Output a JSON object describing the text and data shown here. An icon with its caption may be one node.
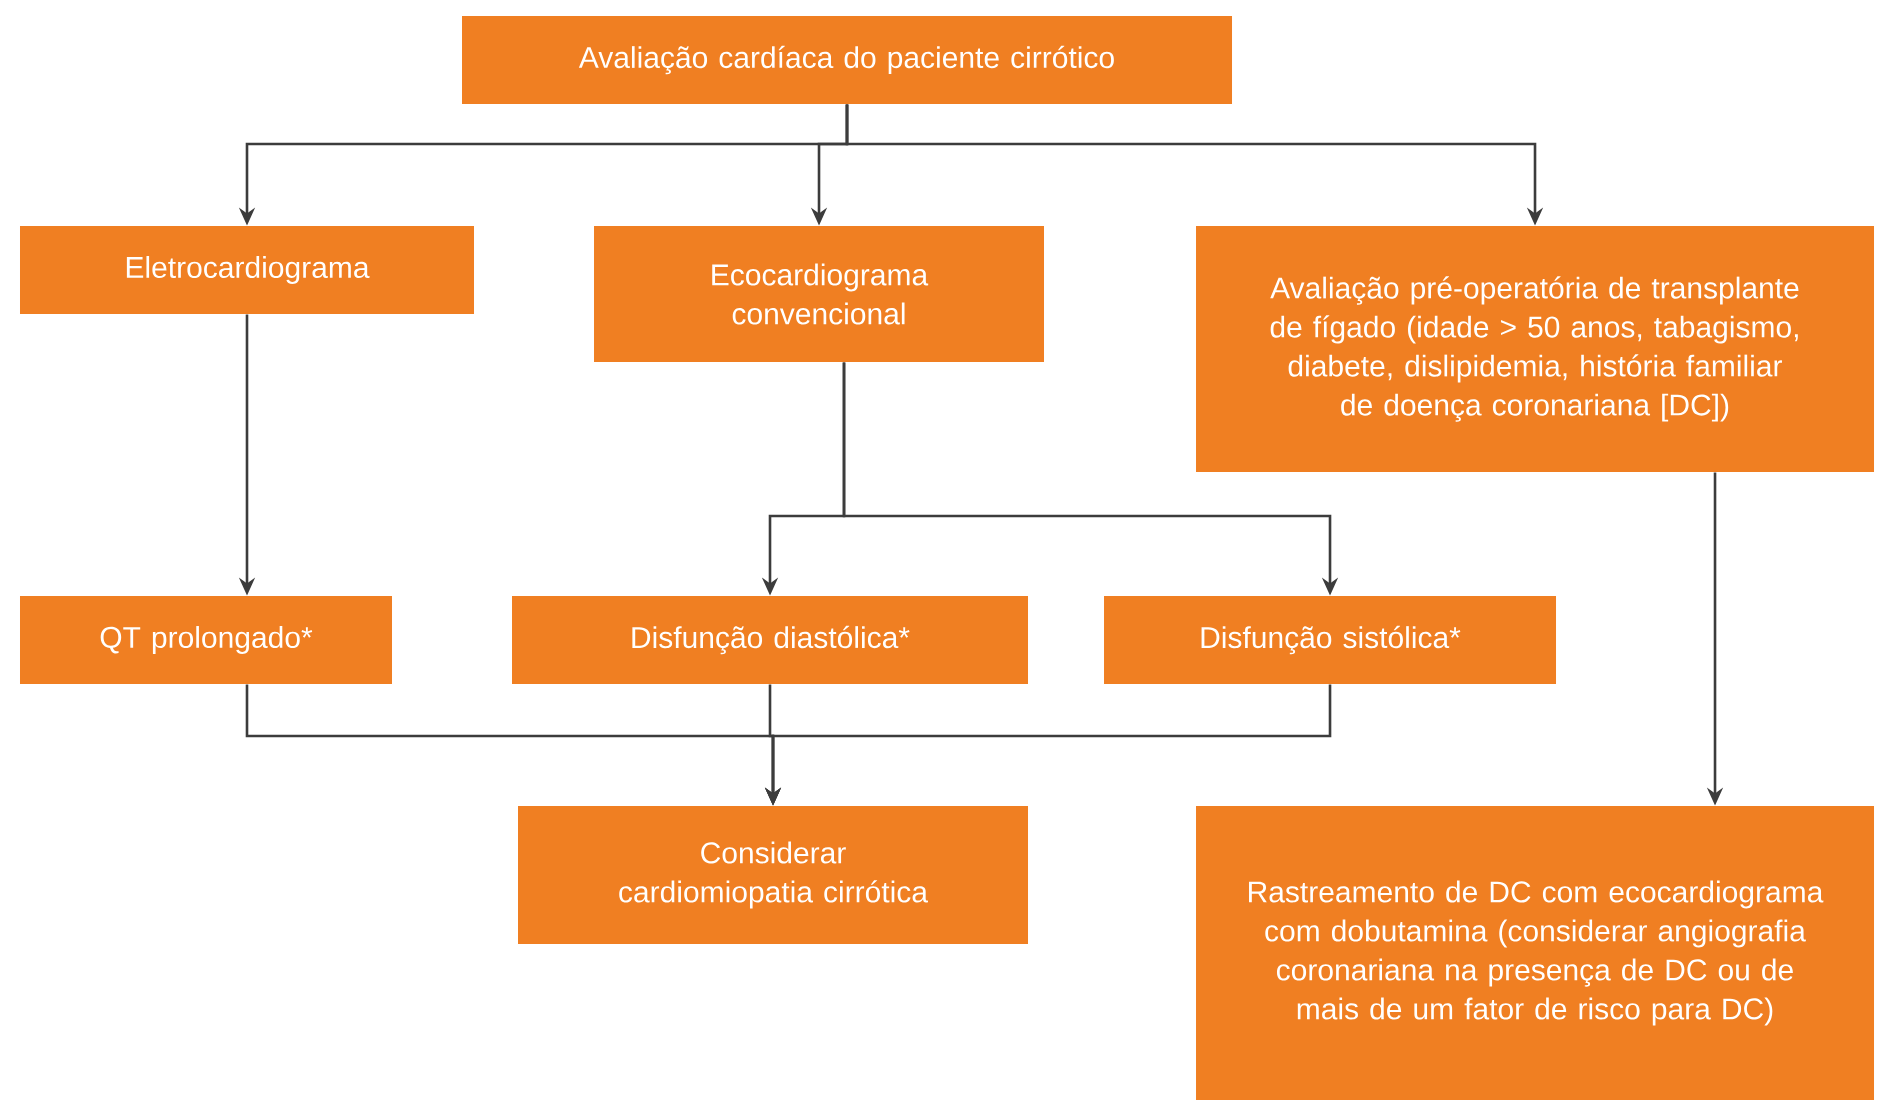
{
  "diagram": {
    "nodes": [
      {
        "text": [
          "Avaliação cardíaca do paciente cirrótico"
        ]
      },
      {
        "text": [
          "Eletrocardiograma"
        ]
      },
      {
        "text": [
          "Ecocardiograma convencional"
        ]
      },
      {
        "text": [
          "Avaliação pré-operatória de transplante de fígado (idade > 50 anos, tabagismo, diabete, dislipidemia, história familiar de doença coronariana [DC])"
        ]
      },
      {
        "text": [
          "QT prolongado*"
        ]
      },
      {
        "text": [
          "Disfunção diastólica*"
        ]
      },
      {
        "text": [
          "Disfunção sistólica*"
        ]
      },
      {
        "text": [
          "Considerar cardiomiopatia cirrótica"
        ]
      },
      {
        "text": [
          "Rastreamento de DC com ecocardiograma com dobutamina (considerar angiografia coronariana na presença de DC ou de mais de um fator de risco para DC)"
        ]
      }
    ],
    "edges": [
      {
        "from": 0,
        "to": 1,
        "arrow": "to"
      },
      {
        "from": 0,
        "to": 2,
        "arrow": "to"
      },
      {
        "from": 0,
        "to": 3,
        "arrow": "to"
      },
      {
        "from": 1,
        "to": 4,
        "arrow": "to"
      },
      {
        "from": 2,
        "to": 5,
        "arrow": "to"
      },
      {
        "from": 2,
        "to": 6,
        "arrow": "to"
      },
      {
        "from": 3,
        "to": 8,
        "arrow": "to"
      },
      {
        "from": 4,
        "to": 7,
        "arrow": "to"
      },
      {
        "from": 5,
        "to": 7,
        "arrow": "to"
      },
      {
        "from": 6,
        "to": 7,
        "arrow": "to"
      }
    ]
  }
}
